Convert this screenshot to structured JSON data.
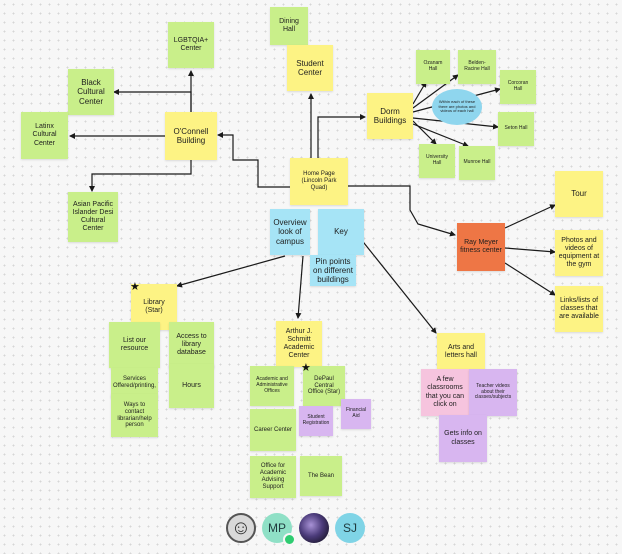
{
  "notes": {
    "dining_hall": "Dining Hall",
    "student_center": "Student Center",
    "lgbtqia_center": "LGBTQIA+ Center",
    "black_cultural_center": "Black Cultural Center",
    "latinx_cultural_center": "Latinx Cultural Center",
    "oconnell_building": "O'Connell Building",
    "apida_center": "Asian Pacific Islander Desi Cultural Center",
    "dorm_buildings": "Dorm Buildings",
    "ozanam_hall": "Ozanam Hall",
    "belden_racine_hall": "Belden-Racine Hall",
    "corcoran_hall": "Corcoran Hall",
    "seton_hall": "Seton Hall",
    "university_hall": "University Hall",
    "munroe_hall": "Munroe Hall",
    "dorm_bubble": "Within each of these there are photos and videos of each hall",
    "home_page": "Home Page (Lincoln Park Quad)",
    "overview": "Overview look of campus",
    "key": "Key",
    "pin_points": "Pin points on different buildings",
    "library": "Library (Star)",
    "list_resources": "List our resource",
    "access_database": "Access to library database",
    "services_offered": "Services Offered/printing,",
    "hours": "Hours",
    "ways_to_contact": "Ways to contact librarian/help person",
    "schmitt_center": "Arthur J. Schmitt Academic Center",
    "academic_admin_offices": "Academic and Administrative Offices",
    "depaul_central": "DePaul Central Office (Star)",
    "student_registration": "Student Registration",
    "financial_aid": "Financial Aid",
    "career_center": "Career Center",
    "office_advising": "Office for Academic Advising Support",
    "the_bean": "The Bean",
    "ray_meyer": "Ray Meyer fitness center",
    "tour": "Tour",
    "photos_videos_gym": "Photos and videos of equipment at the gym",
    "links_classes": "Links/lists of classes that are available",
    "arts_letters": "Arts and letters hall",
    "few_classrooms": "A few classrooms that you can click on",
    "teacher_videos": "Teacher videos about their classes/subjects",
    "gets_info": "Gets info on classes"
  },
  "icons": {
    "star": "★",
    "smiley": "☺"
  },
  "collaborators": {
    "mp": "MP",
    "sj": "SJ"
  },
  "colors": {
    "green_note": "#c9ef8a",
    "yellow_note": "#fdf384",
    "cyan_note": "#a6e4f6",
    "purple_note": "#d8b6f0",
    "pink_note": "#f6c4de",
    "orange_note": "#ee7645",
    "connector": "#1a1a1a"
  }
}
